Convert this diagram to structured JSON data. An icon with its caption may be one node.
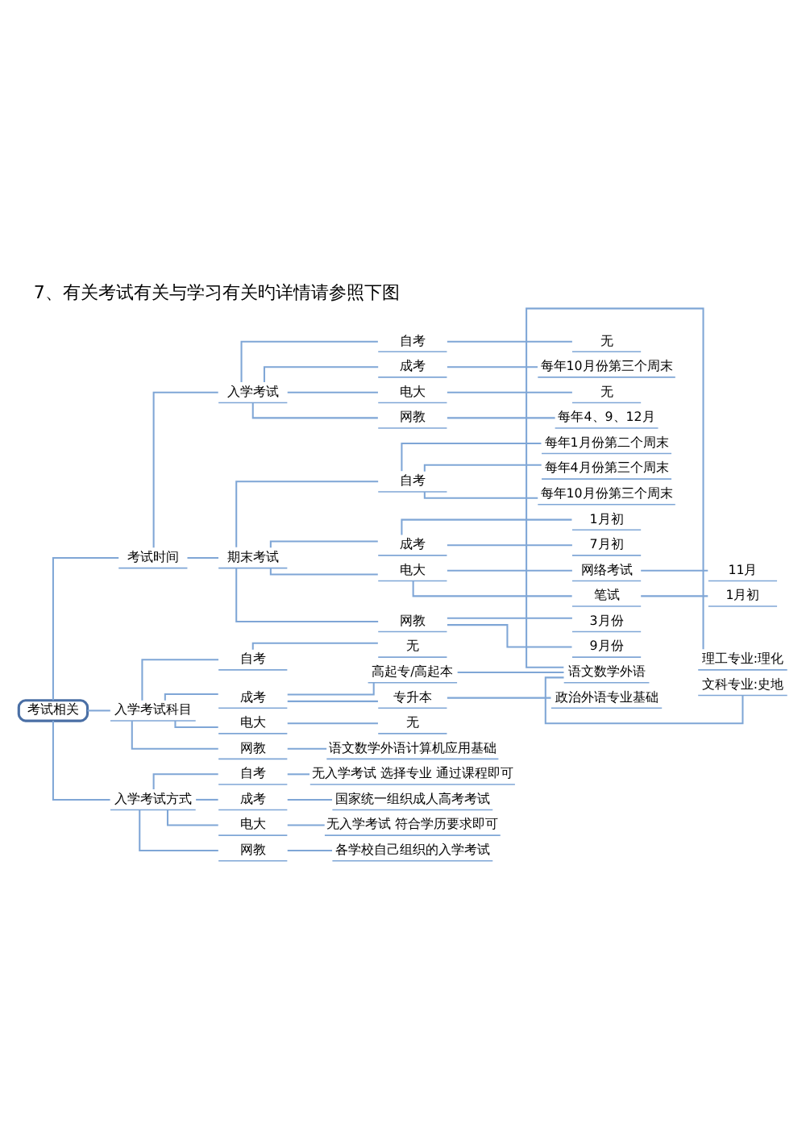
{
  "diagram": {
    "title": "7、有关考试有关与学习有关旳详情请参照下图",
    "nodes": [
      {
        "text": [
          "考试相关"
        ]
      },
      {
        "text": [
          "考试时间"
        ]
      },
      {
        "text": [
          "入学考试"
        ]
      },
      {
        "text": [
          "自考"
        ]
      },
      {
        "text": [
          "无"
        ]
      },
      {
        "text": [
          "成考"
        ]
      },
      {
        "text": [
          "每年10月份第三个周末"
        ]
      },
      {
        "text": [
          "电大"
        ]
      },
      {
        "text": [
          "无"
        ]
      },
      {
        "text": [
          "网教"
        ]
      },
      {
        "text": [
          "每年4、9、12月"
        ]
      },
      {
        "text": [
          "期末考试"
        ]
      },
      {
        "text": [
          "自考"
        ]
      },
      {
        "text": [
          "每年1月份第二个周末"
        ]
      },
      {
        "text": [
          "每年4月份第三个周末"
        ]
      },
      {
        "text": [
          "每年10月份第三个周末"
        ]
      },
      {
        "text": [
          "成考"
        ]
      },
      {
        "text": [
          "1月初"
        ]
      },
      {
        "text": [
          "7月初"
        ]
      },
      {
        "text": [
          "电大"
        ]
      },
      {
        "text": [
          "网络考试"
        ]
      },
      {
        "text": [
          "11月"
        ]
      },
      {
        "text": [
          "笔试"
        ]
      },
      {
        "text": [
          "1月初"
        ]
      },
      {
        "text": [
          "网教"
        ]
      },
      {
        "text": [
          "3月份"
        ]
      },
      {
        "text": [
          "9月份"
        ]
      },
      {
        "text": [
          "入学考试科目"
        ]
      },
      {
        "text": [
          "自考"
        ]
      },
      {
        "text": [
          "无"
        ]
      },
      {
        "text": [
          "成考"
        ]
      },
      {
        "text": [
          "高起专/高起本"
        ]
      },
      {
        "text": [
          "语文数学外语"
        ]
      },
      {
        "text": [
          "理工专业:理化"
        ]
      },
      {
        "text": [
          "文科专业:史地"
        ]
      },
      {
        "text": [
          "专升本"
        ]
      },
      {
        "text": [
          "政治外语专业基础"
        ]
      },
      {
        "text": [
          "电大"
        ]
      },
      {
        "text": [
          "无"
        ]
      },
      {
        "text": [
          "网教"
        ]
      },
      {
        "text": [
          "语文数学外语计算机应用基础"
        ]
      },
      {
        "text": [
          "入学考试方式"
        ]
      },
      {
        "text": [
          "自考"
        ]
      },
      {
        "text": [
          "无入学考试 选择专业 通过课程即可"
        ]
      },
      {
        "text": [
          "成考"
        ]
      },
      {
        "text": [
          "国家统一组织成人高考考试"
        ]
      },
      {
        "text": [
          "电大"
        ]
      },
      {
        "text": [
          "无入学考试 符合学历要求即可"
        ]
      },
      {
        "text": [
          "网教"
        ]
      },
      {
        "text": [
          "各学校自己组织的入学考试"
        ]
      }
    ],
    "edges": [
      {
        "from": 0,
        "to": 1,
        "arrow": "none"
      },
      {
        "from": 1,
        "to": 2,
        "arrow": "none"
      },
      {
        "from": 2,
        "to": 3,
        "arrow": "none"
      },
      {
        "from": 3,
        "to": 4,
        "arrow": "none"
      },
      {
        "from": 2,
        "to": 5,
        "arrow": "none"
      },
      {
        "from": 5,
        "to": 6,
        "arrow": "none"
      },
      {
        "from": 2,
        "to": 7,
        "arrow": "none"
      },
      {
        "from": 7,
        "to": 8,
        "arrow": "none"
      },
      {
        "from": 2,
        "to": 9,
        "arrow": "none"
      },
      {
        "from": 9,
        "to": 10,
        "arrow": "none"
      },
      {
        "from": 1,
        "to": 11,
        "arrow": "none"
      },
      {
        "from": 11,
        "to": 12,
        "arrow": "none"
      },
      {
        "from": 12,
        "to": 13,
        "arrow": "none"
      },
      {
        "from": 12,
        "to": 14,
        "arrow": "none"
      },
      {
        "from": 12,
        "to": 15,
        "arrow": "none"
      },
      {
        "from": 11,
        "to": 16,
        "arrow": "none"
      },
      {
        "from": 16,
        "to": 17,
        "arrow": "none"
      },
      {
        "from": 16,
        "to": 18,
        "arrow": "none"
      },
      {
        "from": 11,
        "to": 19,
        "arrow": "none"
      },
      {
        "from": 19,
        "to": 20,
        "arrow": "none"
      },
      {
        "from": 20,
        "to": 21,
        "arrow": "none"
      },
      {
        "from": 19,
        "to": 22,
        "arrow": "none"
      },
      {
        "from": 22,
        "to": 23,
        "arrow": "none"
      },
      {
        "from": 11,
        "to": 24,
        "arrow": "none"
      },
      {
        "from": 24,
        "to": 25,
        "arrow": "none"
      },
      {
        "from": 24,
        "to": 26,
        "arrow": "none"
      },
      {
        "from": 0,
        "to": 27,
        "arrow": "none"
      },
      {
        "from": 27,
        "to": 28,
        "arrow": "none"
      },
      {
        "from": 28,
        "to": 29,
        "arrow": "none"
      },
      {
        "from": 27,
        "to": 30,
        "arrow": "none"
      },
      {
        "from": 30,
        "to": 31,
        "arrow": "none"
      },
      {
        "from": 31,
        "to": 32,
        "arrow": "none"
      },
      {
        "from": 32,
        "to": 33,
        "arrow": "none"
      },
      {
        "from": 32,
        "to": 34,
        "arrow": "none"
      },
      {
        "from": 30,
        "to": 35,
        "arrow": "none"
      },
      {
        "from": 35,
        "to": 36,
        "arrow": "none"
      },
      {
        "from": 27,
        "to": 37,
        "arrow": "none"
      },
      {
        "from": 37,
        "to": 38,
        "arrow": "none"
      },
      {
        "from": 27,
        "to": 39,
        "arrow": "none"
      },
      {
        "from": 39,
        "to": 40,
        "arrow": "none"
      },
      {
        "from": 0,
        "to": 41,
        "arrow": "none"
      },
      {
        "from": 41,
        "to": 42,
        "arrow": "none"
      },
      {
        "from": 42,
        "to": 43,
        "arrow": "none"
      },
      {
        "from": 41,
        "to": 44,
        "arrow": "none"
      },
      {
        "from": 44,
        "to": 45,
        "arrow": "none"
      },
      {
        "from": 41,
        "to": 46,
        "arrow": "none"
      },
      {
        "from": 46,
        "to": 47,
        "arrow": "none"
      },
      {
        "from": 41,
        "to": 48,
        "arrow": "none"
      },
      {
        "from": 48,
        "to": 49,
        "arrow": "none"
      }
    ]
  }
}
